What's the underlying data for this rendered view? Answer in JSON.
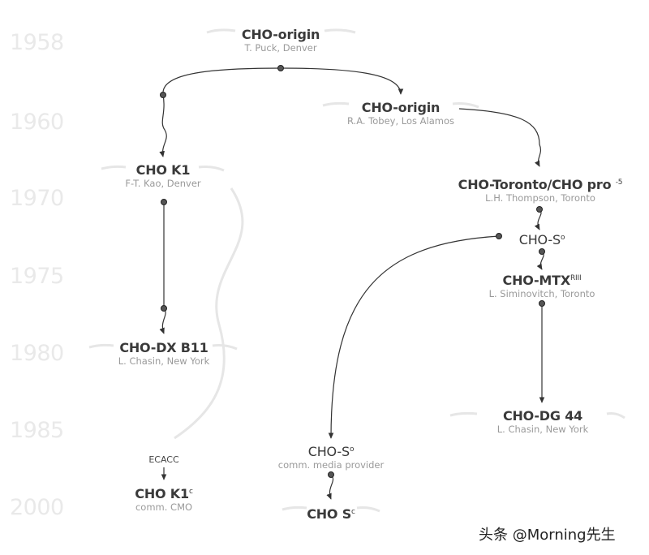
{
  "years": [
    "1958",
    "1960",
    "1970",
    "1975",
    "1980",
    "1985",
    "2000"
  ],
  "nodes": {
    "origin_puck": {
      "title": "CHO-origin",
      "sub": "T. Puck, Denver"
    },
    "origin_tobey": {
      "title": "CHO-origin",
      "sub": "R.A. Tobey, Los Alamos"
    },
    "k1": {
      "title": "CHO K1",
      "sub": "F-T. Kao, Denver"
    },
    "toronto": {
      "title": "CHO-Toronto/CHO pro",
      "sup": "-5",
      "sub": "L.H. Thompson, Toronto"
    },
    "chos_toronto": {
      "title": "CHO-S",
      "sup": "o"
    },
    "mtx": {
      "title": "CHO-MTX",
      "sup": "RIII",
      "sub": "L. Siminovitch, Toronto"
    },
    "dxb11": {
      "title": "CHO-DX B11",
      "sub": "L. Chasin, New York"
    },
    "dg44": {
      "title": "CHO-DG 44",
      "sub": "L. Chasin, New York"
    },
    "ecacc": {
      "title": "ECACC"
    },
    "k1c": {
      "title": "CHO K1",
      "sup": "c",
      "sub": "comm. CMO"
    },
    "chos_comm": {
      "title": "CHO-S",
      "sup": "o",
      "sub": "comm. media provider"
    },
    "chosc": {
      "title": "CHO S",
      "sup": "c"
    }
  },
  "watermark": "头条 @Morning先生",
  "colors": {
    "line": "#333333",
    "year": "#e9e9e9",
    "faint": "#e6e6e6"
  }
}
